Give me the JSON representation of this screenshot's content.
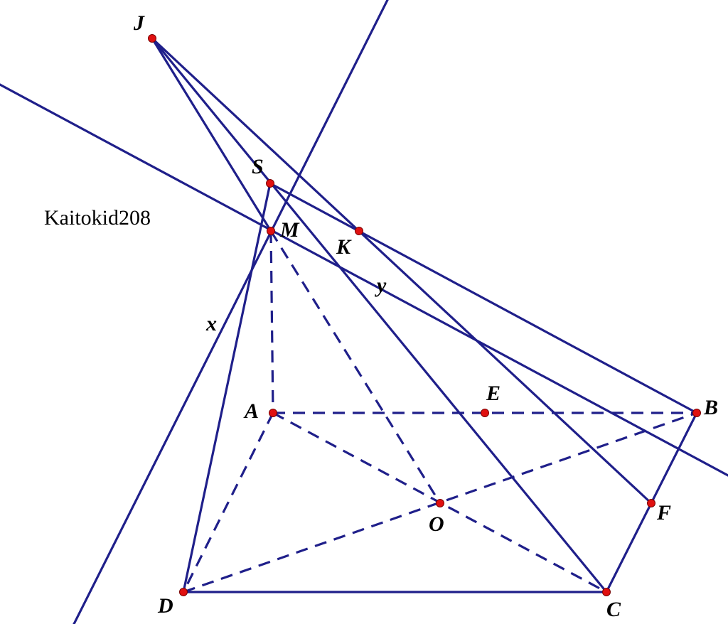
{
  "watermark": "Kaitokid208",
  "colors": {
    "line": "#1f1f8a",
    "point": "#e01010",
    "text": "#000000",
    "background": "#ffffff"
  },
  "points": {
    "J": "J",
    "S": "S",
    "M": "M",
    "K": "K",
    "A": "A",
    "E": "E",
    "B": "B",
    "F": "F",
    "O": "O",
    "D": "D",
    "C": "C"
  },
  "line_labels": {
    "x": "x",
    "y": "y"
  }
}
